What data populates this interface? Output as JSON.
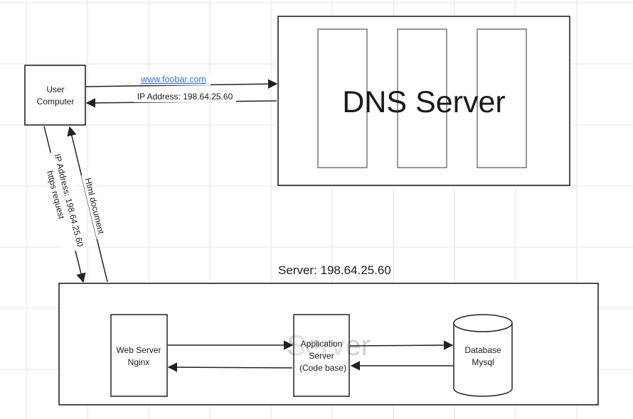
{
  "nodes": {
    "user_computer": {
      "line1": "User",
      "line2": "Computer"
    },
    "dns_server": {
      "label": "DNS Server"
    },
    "server": {
      "title": "Server: 198.64.25.60",
      "watermark": "Server",
      "web_server": {
        "line1": "Web Server",
        "line2": "Nginx"
      },
      "app_server": {
        "line1": "Application",
        "line2": "Server",
        "line3": "(Code base)"
      },
      "database": {
        "line1": "Database",
        "line2": "Mysql"
      }
    }
  },
  "edges": {
    "url_label": "www.foobar.com",
    "ip_response_label": "IP Address: 198.64.25.60",
    "request_ip_label": "IP Address: 198.64.25.60",
    "request_protocol_label": "https request",
    "html_response_label": "Html document"
  },
  "colors": {
    "grid": "#e5e5e5",
    "stroke": "#222222",
    "link": "#3a6fd8",
    "watermark": "#cfcfcf"
  }
}
